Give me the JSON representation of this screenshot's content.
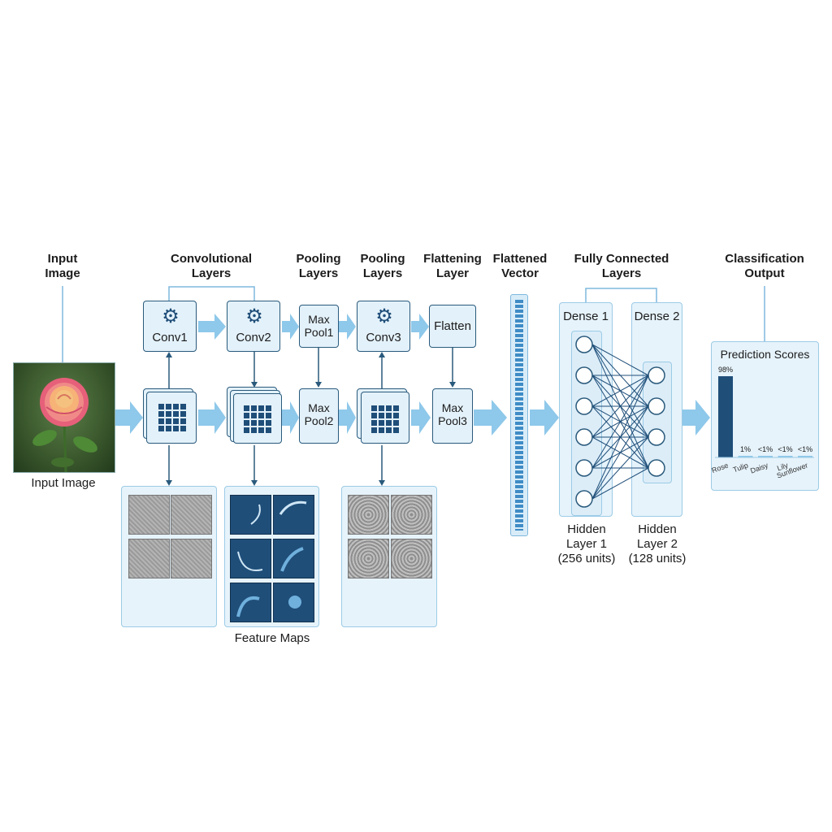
{
  "headers": {
    "input_image": "Input\nImage",
    "conv_layers": "Convolutional\nLayers",
    "pooling_1": "Pooling\nLayers",
    "pooling_2": "Pooling\nLayers",
    "flattening": "Flattening\nLayer",
    "flattened_vector": "Flattened\nVector",
    "fully_connected": "Fully Connected\nLayers",
    "classification": "Classification\nOutput"
  },
  "input_image_caption": "Input Image",
  "layers": {
    "conv1": "Conv1",
    "conv2": "Conv2",
    "maxpool1": "Max\nPool1",
    "conv3": "Conv3",
    "flatten": "Flatten",
    "maxpool2": "Max\nPool2",
    "maxpool3": "Max\nPool3"
  },
  "feature_maps_caption": "Feature Maps",
  "dense": {
    "dense1_label": "Dense 1",
    "dense2_label": "Dense 2",
    "hidden1_caption": "Hidden\nLayer 1\n(256 units)",
    "hidden2_caption": "Hidden\nLayer 2\n(128 units)"
  },
  "prediction": {
    "title": "Prediction Scores",
    "classes": [
      {
        "name": "Rose",
        "score_label": "98%",
        "value": 98
      },
      {
        "name": "Tulip",
        "score_label": "1%",
        "value": 1
      },
      {
        "name": "Daisy",
        "score_label": "<1%",
        "value": 0.3
      },
      {
        "name": "Lily",
        "score_label": "<1%",
        "value": 0.3
      },
      {
        "name": "Sunflower",
        "score_label": "<1%",
        "value": 0.3
      }
    ]
  },
  "colors": {
    "arrow": "#8ec8ea",
    "dark": "#1f4e79",
    "border": "#2a5a7c",
    "panel": "#e6f3fb"
  }
}
